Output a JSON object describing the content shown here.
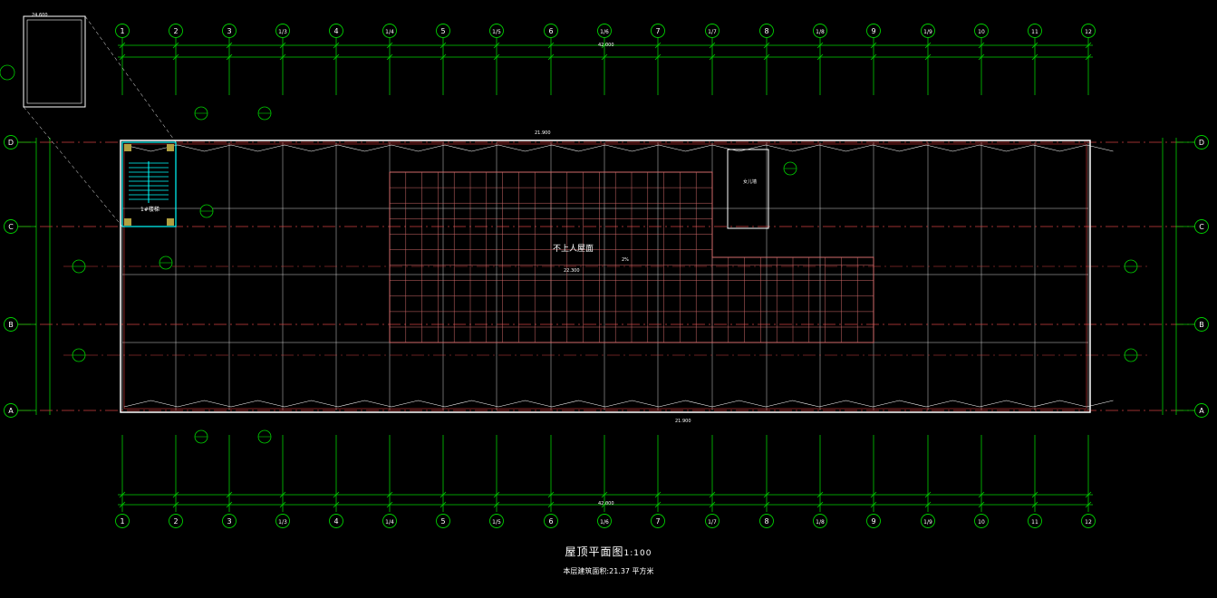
{
  "drawing": {
    "title": "屋顶平面图",
    "scale": "1:100",
    "area_note": "本层建筑面积:21.37   平方米",
    "total_dimension": "42.000"
  },
  "grid_columns": [
    "1",
    "2",
    "3",
    "1/3",
    "4",
    "1/4",
    "5",
    "1/5",
    "6",
    "1/6",
    "7",
    "1/7",
    "8",
    "1/8",
    "9",
    "1/9",
    "10",
    "11",
    "12"
  ],
  "grid_rows": [
    "D",
    "C",
    "B",
    "A"
  ],
  "annotations": {
    "roof_area": "不上人屋面",
    "stair_label": "1#楼梯",
    "elev_top_left": "24.600",
    "elev_main_roof": "21.900",
    "elev_inner": "22.300",
    "elev_right": "21.900",
    "gutter": "女儿墙",
    "slope": "2%"
  },
  "colors": {
    "background": "#000000",
    "grid": "#00d000",
    "axis": "#d04040",
    "wall": "#ffffff",
    "text": "#ffffff",
    "stair": "#00ffff",
    "tile": "#d06a6a"
  }
}
